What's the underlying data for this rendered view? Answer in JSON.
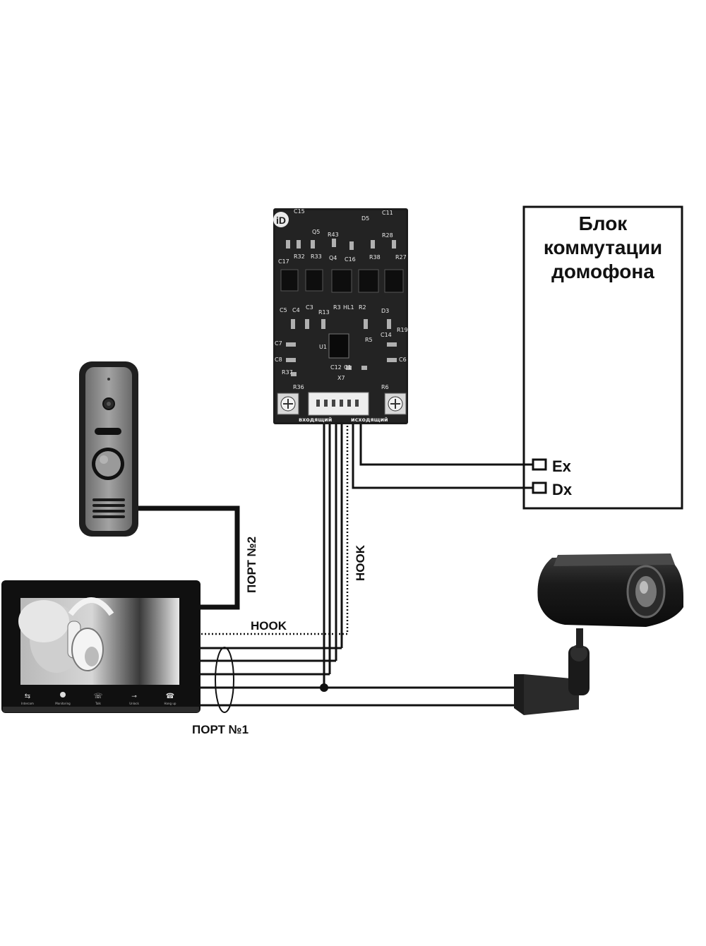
{
  "switch_block": {
    "title_lines": [
      "Блок",
      "коммутации",
      "домофона"
    ],
    "terminals": [
      "Ex",
      "Dx"
    ]
  },
  "module": {
    "logo": "iD",
    "connector": "X7",
    "left_port": "входящий",
    "right_port": "исходящий",
    "trimmers": [
      "R36",
      "R6"
    ],
    "component_labels": [
      "C15",
      "D5",
      "C11",
      "Q5",
      "R43",
      "R28",
      "C17",
      "R32",
      "R33",
      "Q4",
      "C16",
      "R38",
      "R27",
      "C5",
      "C4",
      "C3",
      "R13",
      "R3",
      "HL1",
      "R2",
      "D3",
      "R19",
      "C7",
      "U1",
      "R5",
      "C14",
      "C8",
      "C12",
      "C1",
      "C6",
      "R37"
    ]
  },
  "labels": {
    "port2": "ПОРТ №2",
    "hook_vertical": "HOOK",
    "hook_horizontal": "HOOK",
    "port1": "ПОРТ №1"
  },
  "monitor": {
    "buttons": [
      "Intercom",
      "Monitoring",
      "Talk",
      "Unlock",
      "Hang up"
    ]
  },
  "colors": {
    "line": "#111111",
    "board": "#1c1c1c",
    "panel": "#8c8c8c"
  }
}
